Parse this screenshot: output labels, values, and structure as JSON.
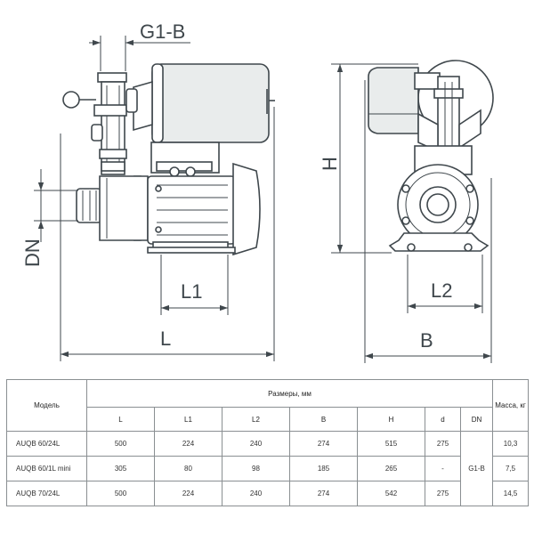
{
  "labels": {
    "g1b": "G1-B",
    "dn": "DN",
    "l1": "L1",
    "l": "L",
    "h": "H",
    "l2": "L2",
    "b": "B"
  },
  "table": {
    "model_header": "Модель",
    "dims_header": "Размеры, мм",
    "mass_header": "Масса, кг",
    "columns": [
      "L",
      "L1",
      "L2",
      "B",
      "H",
      "d",
      "DN"
    ],
    "dn_merged": "G1-B",
    "rows": [
      {
        "model": "AUQB 60/24L",
        "values": [
          "500",
          "224",
          "240",
          "274",
          "515",
          "275"
        ],
        "mass": "10,3"
      },
      {
        "model": "AUQB 60/1L mini",
        "values": [
          "305",
          "80",
          "98",
          "185",
          "265",
          "-"
        ],
        "mass": "7,5"
      },
      {
        "model": "AUQB 70/24L",
        "values": [
          "500",
          "224",
          "240",
          "274",
          "542",
          "275"
        ],
        "mass": "14,5"
      }
    ]
  }
}
